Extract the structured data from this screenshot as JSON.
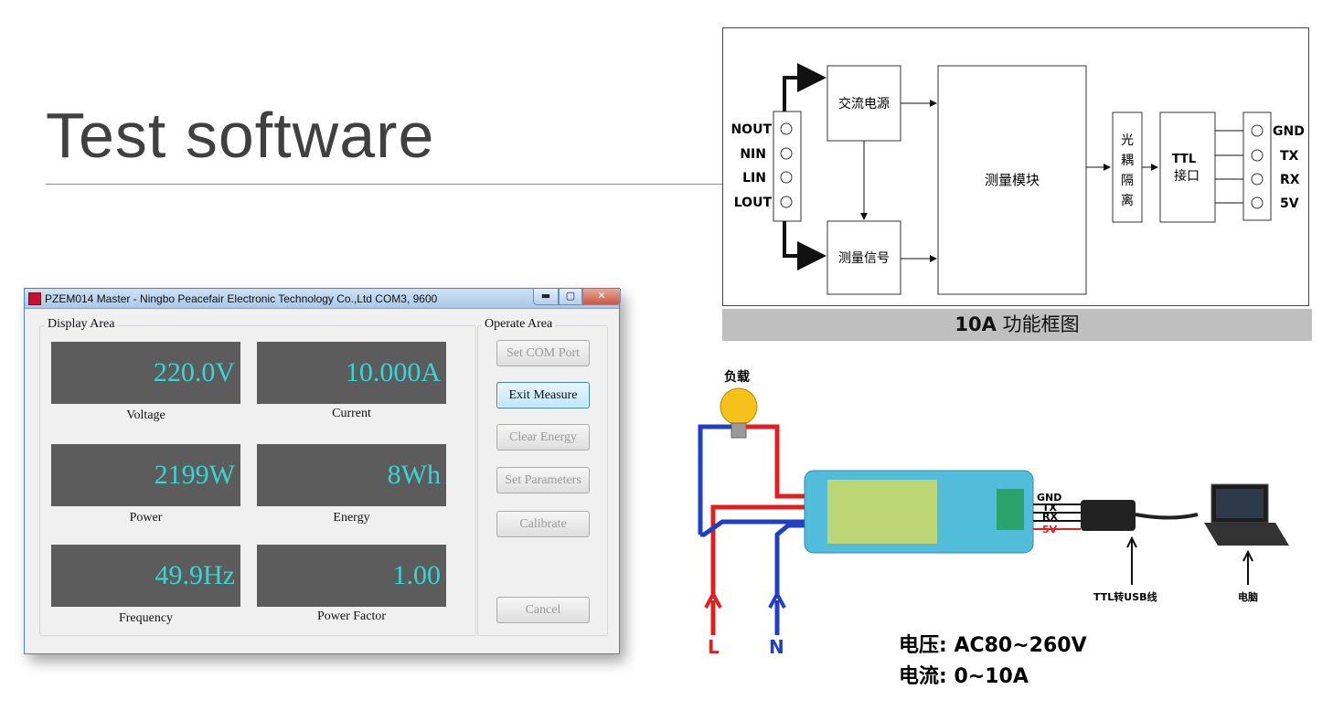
{
  "slide": {
    "title": "Test software"
  },
  "window": {
    "title": "PZEM014 Master - Ningbo Peacefair Electronic Technology Co.,Ltd  COM3, 9600",
    "controls": {
      "minimize": "▬",
      "maximize": "▢",
      "close": "✕"
    },
    "display_area_label": "Display Area",
    "operate_area_label": "Operate Area",
    "readings": [
      {
        "value": "220.0V",
        "label": "Voltage"
      },
      {
        "value": "10.000A",
        "label": "Current"
      },
      {
        "value": "2199W",
        "label": "Power"
      },
      {
        "value": "8Wh",
        "label": "Energy"
      },
      {
        "value": "49.9Hz",
        "label": "Frequency"
      },
      {
        "value": "1.00",
        "label": "Power Factor"
      }
    ],
    "buttons": [
      {
        "label": "Set COM Port",
        "enabled": false
      },
      {
        "label": "Exit Measure",
        "enabled": true
      },
      {
        "label": "Clear Energy",
        "enabled": false
      },
      {
        "label": "Set Parameters",
        "enabled": false
      },
      {
        "label": "Calibrate",
        "enabled": false
      },
      {
        "label": "Cancel",
        "enabled": false
      }
    ]
  },
  "block_diagram": {
    "left_terminals": [
      "NOUT",
      "NIN",
      "LIN",
      "LOUT"
    ],
    "ac_power": "交流电源",
    "measure_signal": "测量信号",
    "measure_module": "测量模块",
    "optocoupler": [
      "光",
      "耦",
      "隔",
      "离"
    ],
    "ttl_interface": [
      "TTL",
      "接口"
    ],
    "right_terminals": [
      "GND",
      "TX",
      "RX",
      "5V"
    ],
    "caption_bold": "10A",
    "caption_rest": " 功能框图"
  },
  "wiring_photo": {
    "load_label": "负载",
    "signal_labels": [
      "GND",
      "TX",
      "RX",
      "5V"
    ],
    "cable_label": "TTL转USB线",
    "computer_label": "电脑",
    "line_label": "L",
    "neutral_label": "N",
    "voltage_spec": "电压: AC80~260V",
    "current_spec": "电流:  0~10A",
    "colors": {
      "line_wire": "#e02020",
      "neutral_wire": "#1f3fc4",
      "module": "#3fb6d8"
    }
  }
}
